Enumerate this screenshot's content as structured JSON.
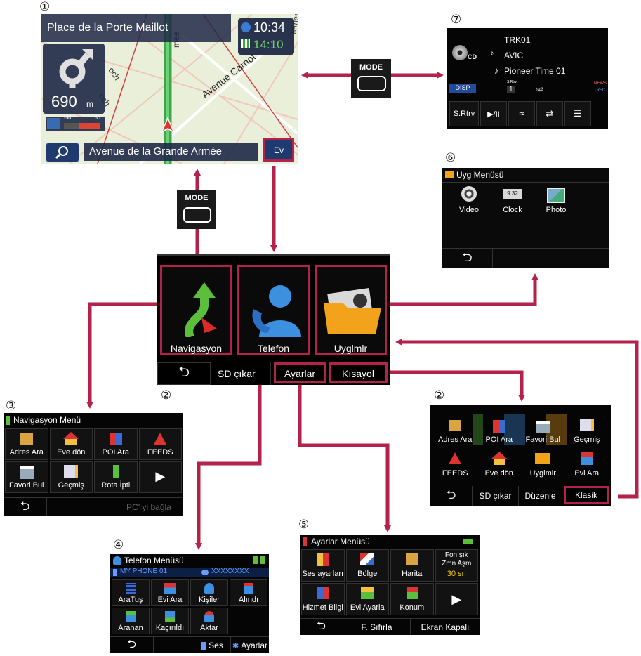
{
  "labels": {
    "n1": "①",
    "n2a": "②",
    "n2b": "②",
    "n3": "③",
    "n4": "④",
    "n5": "⑤",
    "n6": "⑥",
    "n7": "⑦"
  },
  "mode_label": "MODE",
  "map": {
    "street_top": "Place de la Porte Maillot",
    "time": "10:34",
    "eta": "14:10",
    "distance": "690",
    "distance_unit": "m",
    "street_bottom": "Avenue de la Grande Armée",
    "ev_button": "Ev",
    "street_carnot": "Avenue Carnot",
    "map_text_a": "mée",
    "map_text_b": "och",
    "map_text_c": "och",
    "map_text_d": "Ternes",
    "speed_min": "-50",
    "speed_max": "50"
  },
  "audio": {
    "track": "TRK01",
    "artist": "AVIC",
    "title": "Pioneer Time 01",
    "cd_label": "CD",
    "disp": "DISP",
    "s_rtrv_small": "S.Rtrv",
    "preset_num": "1",
    "news": "NEWS",
    "trfc": "TRFC",
    "buttons": [
      "S.Rtrv",
      "▶/II",
      "≈",
      "⇄",
      "☰"
    ]
  },
  "main_menu": {
    "tiles": [
      "Navigasyon",
      "Telefon",
      "Uyglmlr"
    ],
    "back": "⮌",
    "sd": "SD çıkar",
    "settings": "Ayarlar",
    "shortcut": "Kısayol"
  },
  "app_menu": {
    "title": "Uyg Menüsü",
    "items": [
      "Video",
      "Clock",
      "Photo"
    ],
    "clock_icon_text": "9 32",
    "back": "⮌"
  },
  "nav_menu": {
    "title": "Navigasyon Menü",
    "row1": [
      "Adres Ara",
      "Eve dön",
      "POI Ara",
      "FEEDS"
    ],
    "row2": [
      "Favori Bul",
      "Geçmiş",
      "Rota İptl",
      "▶"
    ],
    "back": "⮌",
    "pc": "PC' yi bağla"
  },
  "shortcut_menu": {
    "row1": [
      "Adres Ara",
      "POI Ara",
      "Favori Bul",
      "Geçmiş"
    ],
    "row2": [
      "FEEDS",
      "Eve dön",
      "Uyglmlr",
      "Evi Ara"
    ],
    "back": "⮌",
    "sd": "SD çıkar",
    "edit": "Düzenle",
    "classic": "Klasik"
  },
  "phone_menu": {
    "title": "Telefon Menüsü",
    "phone": "MY PHONE 01",
    "number": "XXXXXXXX",
    "row1": [
      "AraTuş",
      "Evi Ara",
      "Kişiler",
      "Alındı"
    ],
    "row2": [
      "Aranan",
      "Kaçırıldı",
      "Aktar"
    ],
    "back": "⮌",
    "ses": "Ses",
    "settings": "Ayarlar"
  },
  "settings_menu": {
    "title": "Ayarlar Menüsü",
    "row1": [
      "Ses ayarları",
      "Bölge",
      "Harita"
    ],
    "backlight_label": "FonIşık Zmn Aşm",
    "backlight_value": "30 sn",
    "row2": [
      "Hizmet Bilgi",
      "Evi Ayarla",
      "Konum",
      "▶"
    ],
    "back": "⮌",
    "reset": "F. Sıfırla",
    "screen_off": "Ekran Kapalı"
  },
  "colors": {
    "accent": "#b3224b",
    "map_bg": "#e9efd9",
    "road_green": "#3aa84a"
  }
}
